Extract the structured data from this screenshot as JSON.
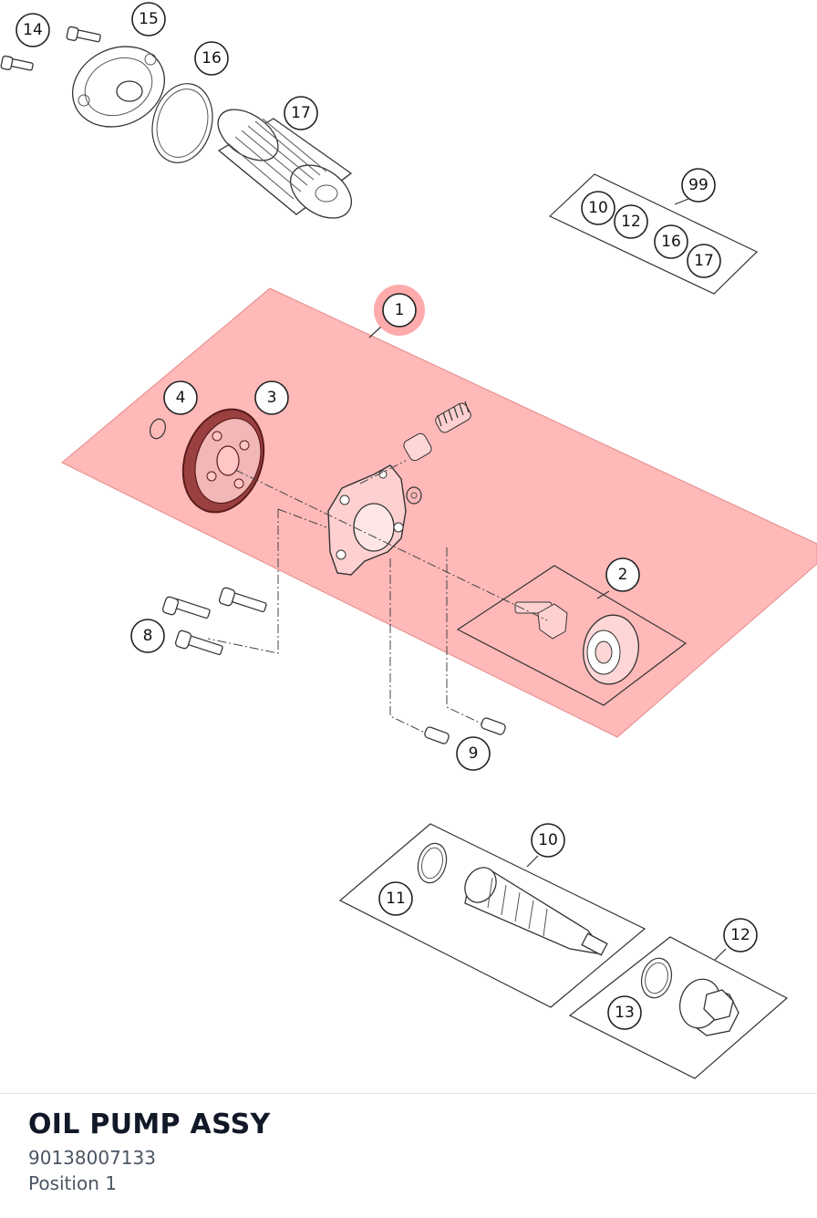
{
  "part": {
    "title": "OIL PUMP ASSY",
    "number": "90138007133",
    "position": "Position 1"
  },
  "highlight": {
    "color": "#ff9e9e",
    "selected_callout": "1"
  },
  "callouts": {
    "c1": "1",
    "c2": "2",
    "c3": "3",
    "c4": "4",
    "c8": "8",
    "c9": "9",
    "c10": "10",
    "c11": "11",
    "c12": "12",
    "c13": "13",
    "c14": "14",
    "c15": "15",
    "c16": "16",
    "c17": "17",
    "c99": "99"
  },
  "kit99": [
    "10",
    "12",
    "16",
    "17"
  ]
}
